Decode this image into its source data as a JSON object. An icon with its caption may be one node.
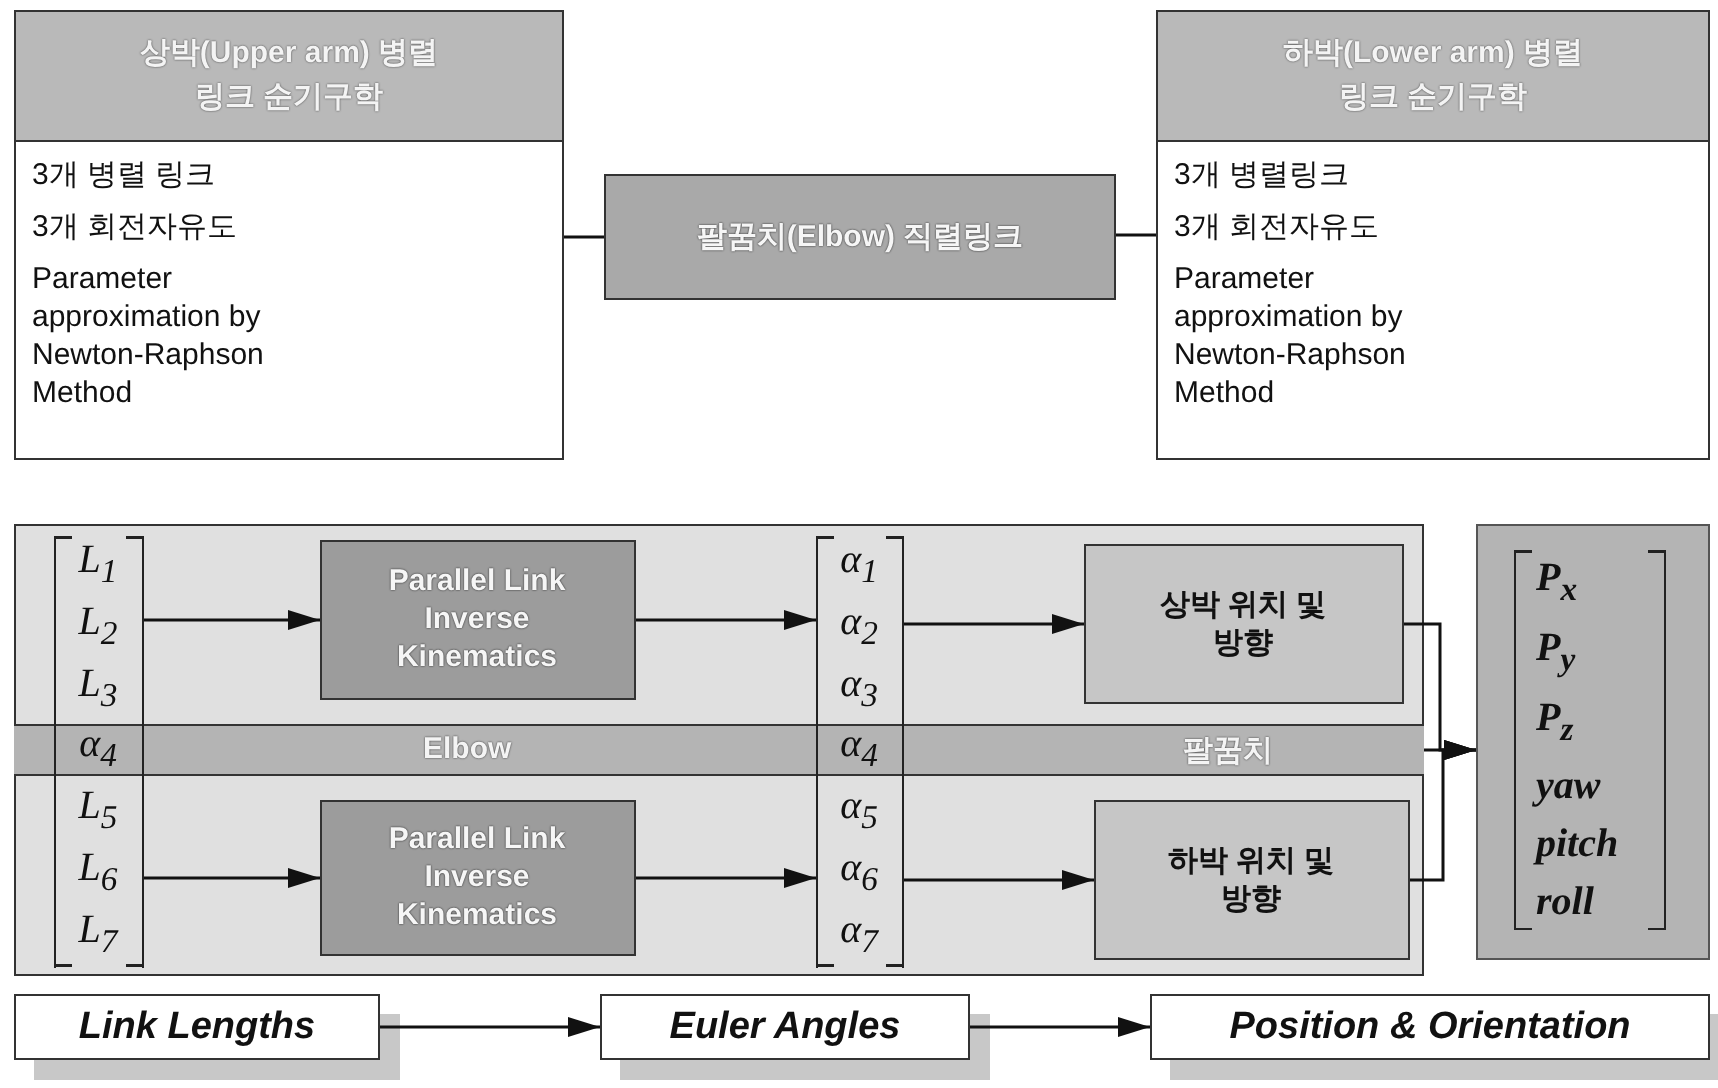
{
  "diagram": {
    "nodes": [
      {
        "text": [
          "상박(Upper arm) 병렬링크 순기구학",
          "3개 병렬 링크",
          "3개 회전자유도",
          "Parameter approximation by Newton-Raphson Method"
        ]
      },
      {
        "text": [
          "팔꿈치(Elbow) 직렬링크"
        ]
      },
      {
        "text": [
          "하박(Lower arm) 병렬링크 순기구학",
          "3개 병렬링크",
          "3개 회전자유도",
          "Parameter approximation by Newton-Raphson Method"
        ]
      },
      {
        "text": [],
        "shape": "box"
      },
      {
        "text": [
          "L$_{1}$",
          "L$_{2}$",
          "L$_{3}$",
          "α$_{4}$",
          "L$_{5}$",
          "L$_{6}$",
          "L$_{7}$"
        ],
        "in": 3
      },
      {
        "text": [
          "Parallel Link Inverse Kinematics"
        ],
        "in": 3
      },
      {
        "text": [
          "α$_{1}$",
          "α$_{2}$",
          "α$_{3}$",
          "α$_{4}$",
          "α$_{5}$",
          "α$_{6}$",
          "α$_{7}$"
        ],
        "in": 3
      },
      {
        "text": [
          "상박 위치 및 방향"
        ],
        "in": 3
      },
      {
        "text": [
          "Elbow",
          "팔꿈치"
        ],
        "in": 3
      },
      {
        "text": [
          "Parallel Link Inverse Kinematics"
        ],
        "in": 3
      },
      {
        "text": [
          "하박 위치 및 방향"
        ],
        "in": 3
      },
      {
        "text": [
          "P$_{x}$",
          "P$_{y}$",
          "P$_{z}$",
          "yaw",
          "pitch",
          "roll"
        ]
      },
      {
        "text": [
          "Link Lengths"
        ]
      },
      {
        "text": [
          "Euler Angles"
        ]
      },
      {
        "text": [
          "Position & Orientation"
        ]
      }
    ],
    "edges": [
      {
        "from": 0,
        "to": 1,
        "arrow": "none"
      },
      {
        "from": 1,
        "to": 2,
        "arrow": "none"
      },
      {
        "from": 4,
        "to": 5,
        "arrow": "to"
      },
      {
        "from": 5,
        "to": 6,
        "arrow": "to"
      },
      {
        "from": 6,
        "to": 7,
        "arrow": "to"
      },
      {
        "from": 4,
        "to": 9,
        "arrow": "to"
      },
      {
        "from": 9,
        "to": 6,
        "arrow": "to"
      },
      {
        "from": 6,
        "to": 10,
        "arrow": "to"
      },
      {
        "from": 7,
        "to": 11,
        "arrow": "to"
      },
      {
        "from": 8,
        "to": 11,
        "arrow": "to"
      },
      {
        "from": 10,
        "to": 11,
        "arrow": "to"
      },
      {
        "from": 12,
        "to": 13,
        "arrow": "to"
      },
      {
        "from": 13,
        "to": 14,
        "arrow": "to"
      }
    ]
  }
}
